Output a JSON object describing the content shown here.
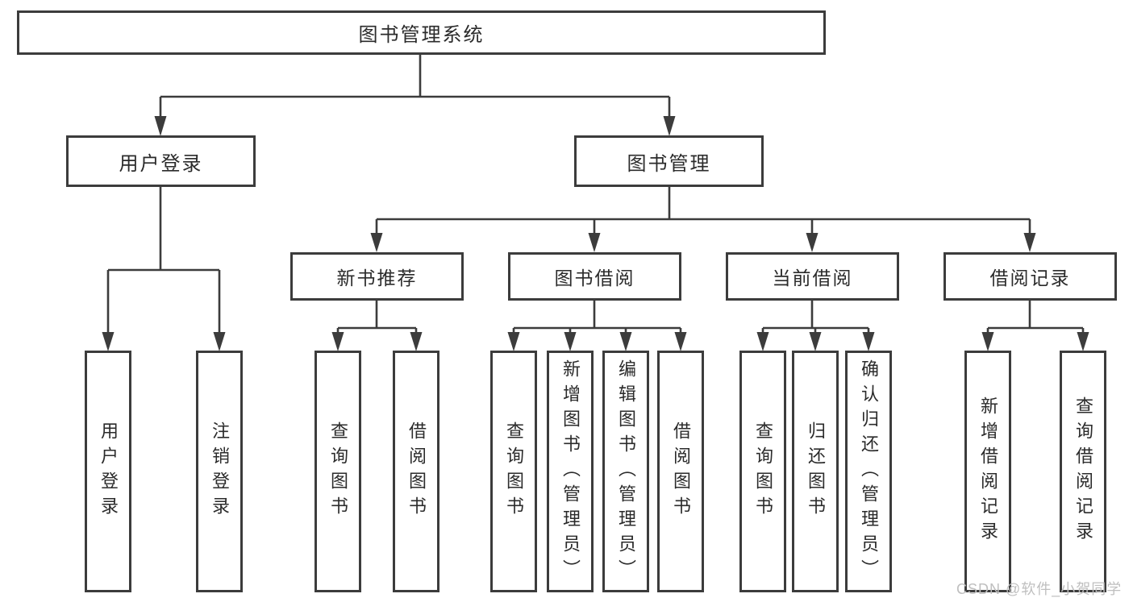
{
  "tree": {
    "root": "图书管理系统",
    "branches": [
      {
        "label": "用户登录",
        "children": [
          "用户登录",
          "注销登录"
        ]
      },
      {
        "label": "图书管理",
        "groups": [
          {
            "label": "新书推荐",
            "children": [
              "查询图书",
              "借阅图书"
            ]
          },
          {
            "label": "图书借阅",
            "children": [
              "查询图书",
              "新增图书（管理员）",
              "编辑图书（管理员）",
              "借阅图书"
            ]
          },
          {
            "label": "当前借阅",
            "children": [
              "查询图书",
              "归还图书",
              "确认归还（管理员）"
            ]
          },
          {
            "label": "借阅记录",
            "children": [
              "新增借阅记录",
              "查询借阅记录"
            ]
          }
        ]
      }
    ]
  },
  "watermark": {
    "text": "CSDN @软件_小贺同学"
  },
  "colors": {
    "line": "#3c3c3c",
    "box_border": "#3c3c3c",
    "text": "#2b2b2b",
    "watermark": "#bfbfbf",
    "background": "#ffffff"
  }
}
